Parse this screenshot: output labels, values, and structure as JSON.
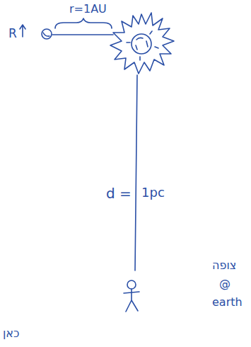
{
  "diagram": {
    "labels": [
      "r=1AU",
      "R",
      "d =",
      "1pc",
      "צופה",
      "@",
      "earth",
      "כאן"
    ]
  }
}
